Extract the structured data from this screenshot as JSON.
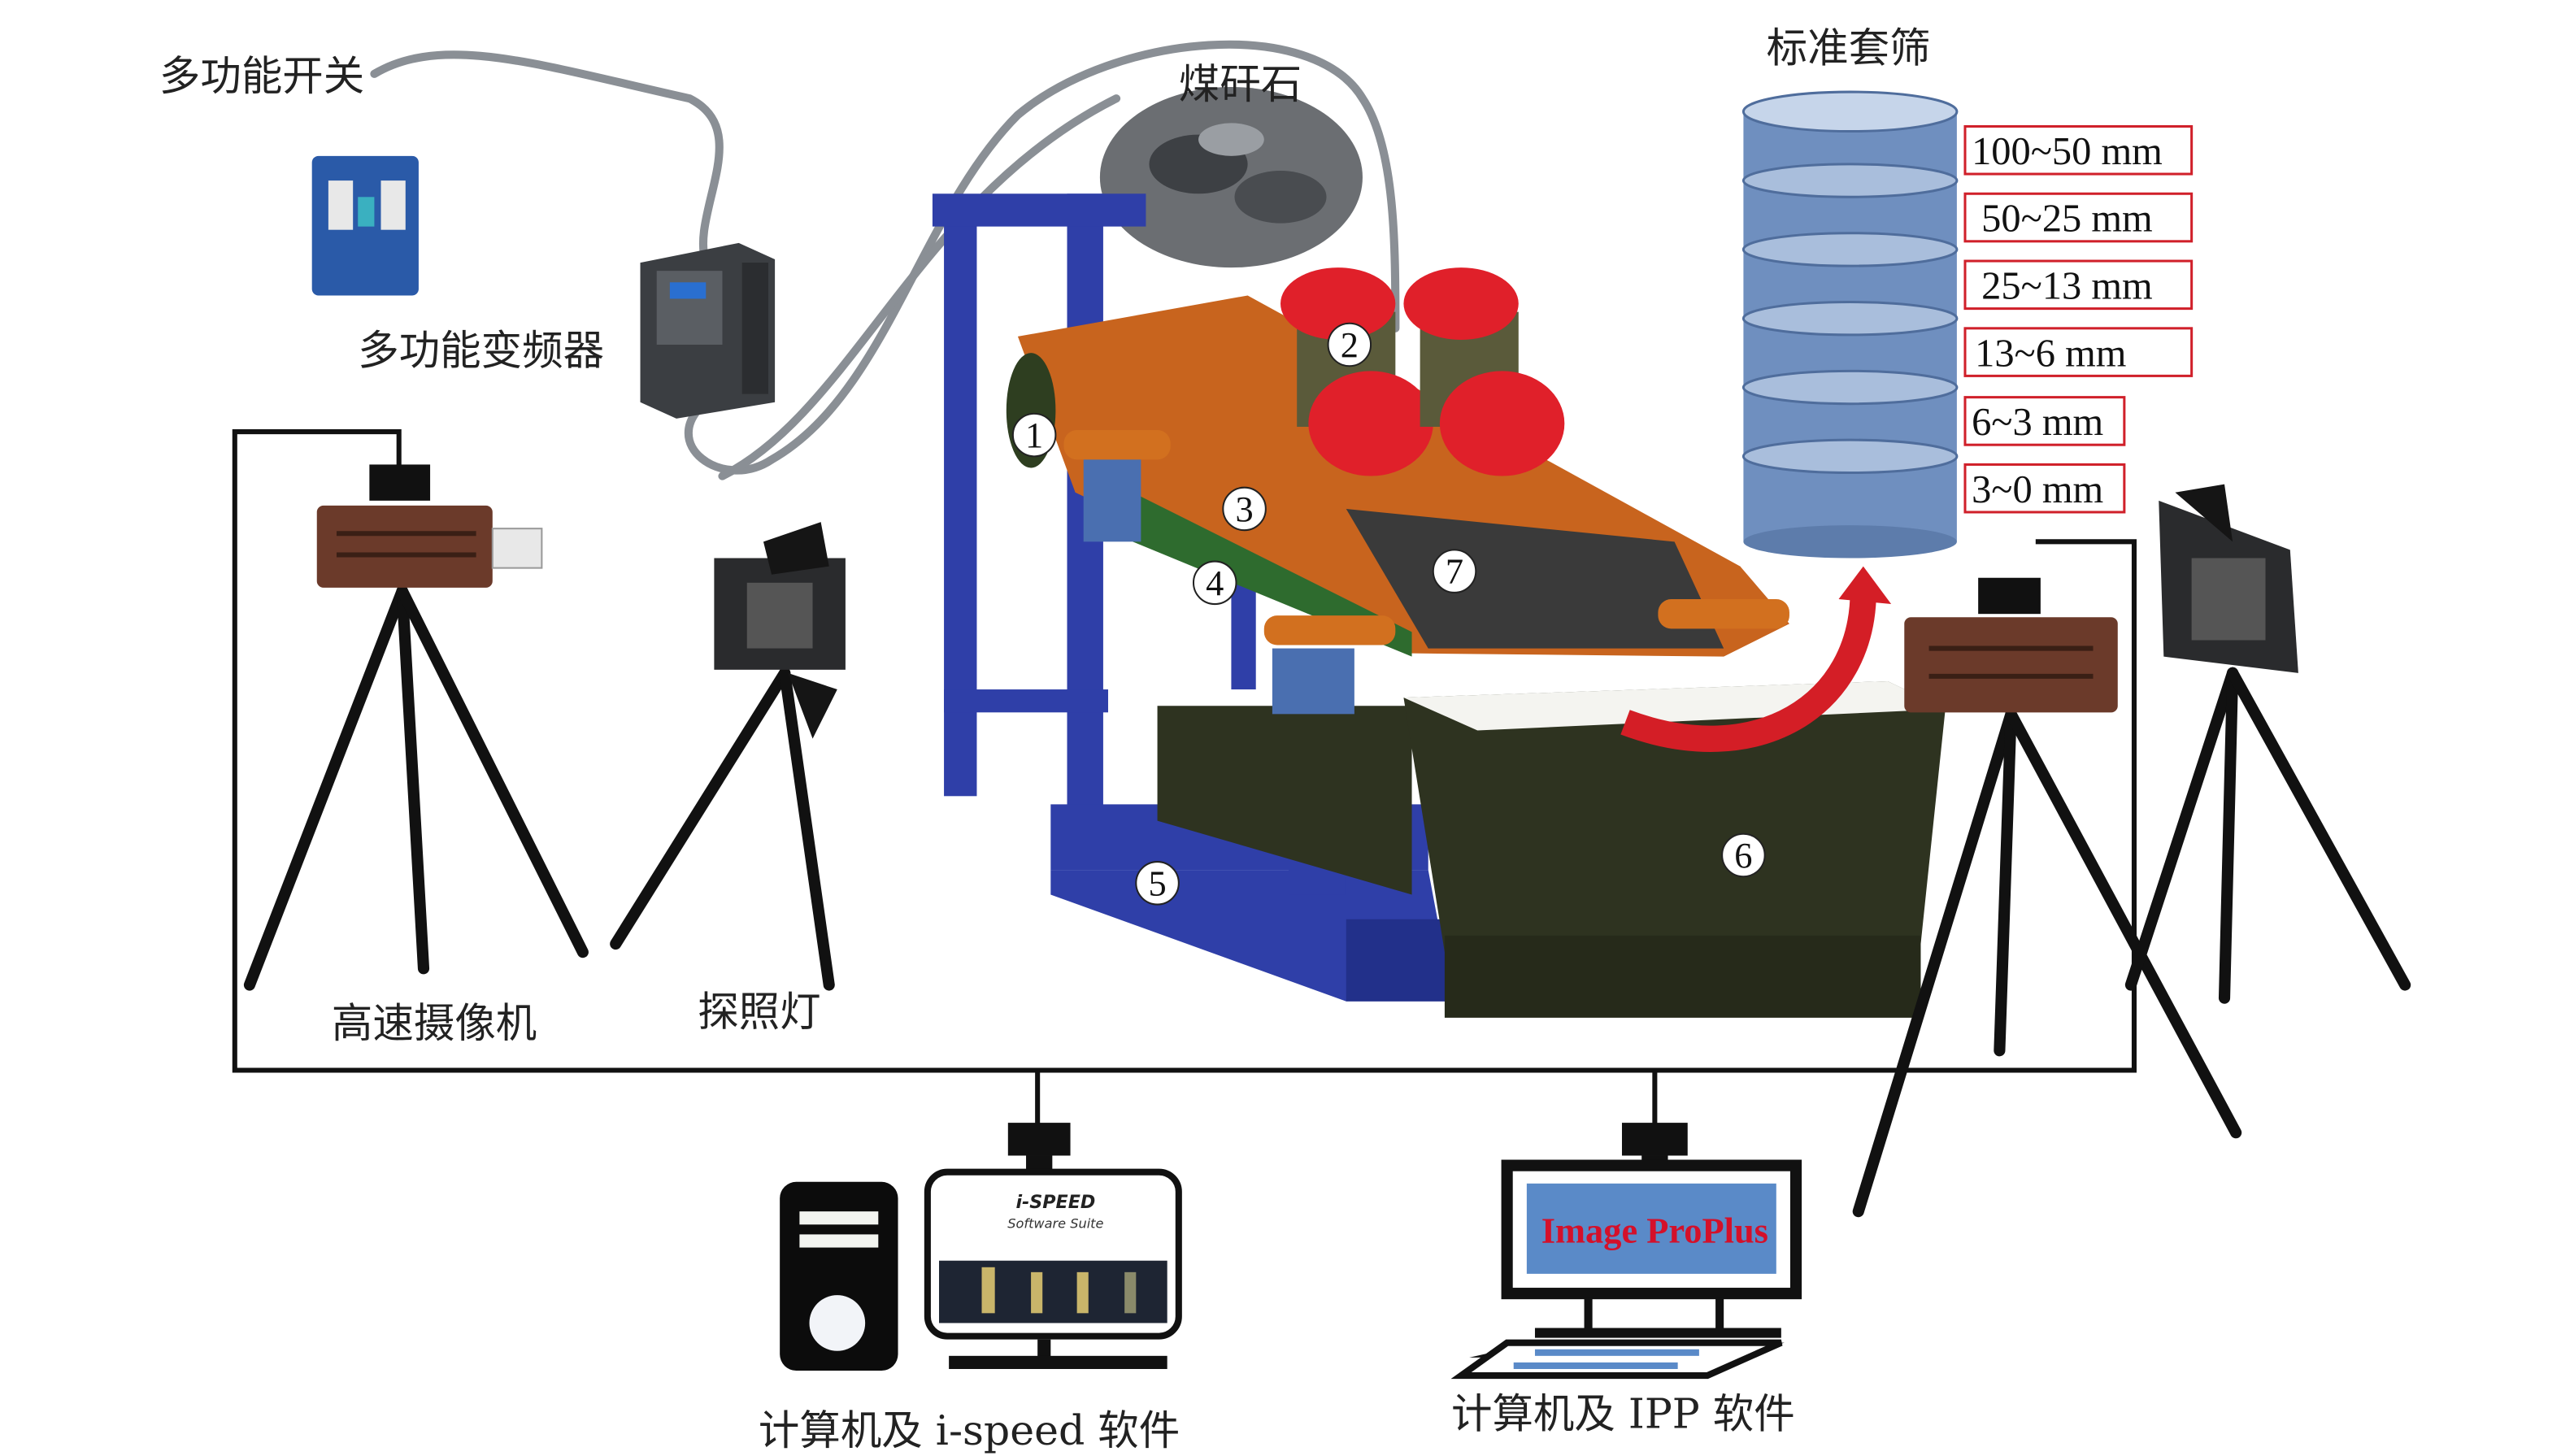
{
  "labels": {
    "switch": "多功能开关",
    "coal_gangue": "煤矸石",
    "standard_sieves": "标准套筛",
    "inverter": "多功能变频器",
    "high_speed_camera": "高速摄像机",
    "searchlight": "探照灯",
    "computer_ispeed": "计算机及 i-speed 软件",
    "computer_ipp": "计算机及 IPP 软件"
  },
  "sieve_sizes": [
    "100~50 mm",
    "50~25 mm",
    "25~13 mm",
    "13~6 mm",
    "6~3 mm",
    "3~0 mm"
  ],
  "component_numbers": [
    "1",
    "2",
    "3",
    "4",
    "5",
    "6",
    "7"
  ],
  "ispeed_screen": {
    "title": "i-SPEED",
    "subtitle": "Software Suite"
  },
  "ipp_screen": {
    "title": "Image ProPlus"
  },
  "colors": {
    "frame_blue": "#2f3fa8",
    "screen_orange": "#c8641e",
    "motor_red": "#e0202a",
    "bin_green": "#2e3320",
    "sieve_blue": "#6f8fbf",
    "label_border": "#d0202a"
  }
}
